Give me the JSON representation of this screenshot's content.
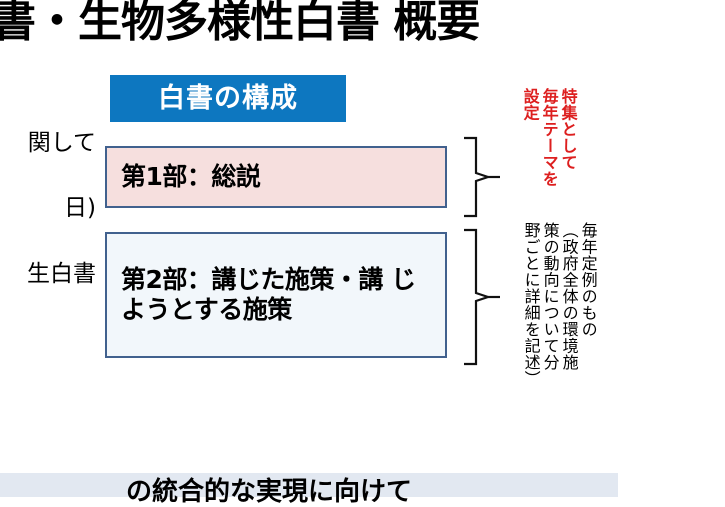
{
  "slide": {
    "title": "書・生物多様性白書 概要",
    "background_color": "#ffffff"
  },
  "left_column_fragments": [
    {
      "text": "関して"
    },
    {
      "text": "日)"
    },
    {
      "text": "生白書"
    }
  ],
  "structure": {
    "heading": "白書の構成",
    "heading_bg_color": "#0d77c0",
    "heading_text_color": "#ffffff",
    "parts": [
      {
        "label": "第1部：総説",
        "bg_color": "#f6dfde",
        "border_color": "#41618e"
      },
      {
        "label": "第2部：講じた施策・講\nじようとする施策",
        "bg_color": "#f2f7fb",
        "border_color": "#41618e"
      }
    ]
  },
  "annotations": {
    "part1": {
      "color": "#dd1f1f",
      "brace": "}",
      "full_text": "特集として毎年テーマを設定",
      "columns": [
        "特集として",
        "毎年テーマを",
        "設定"
      ]
    },
    "part2": {
      "color": "#000000",
      "brace": "}",
      "full_text": "毎年定例のもの（政府全体の環境施策の動向について分野ごとに詳細を記述）",
      "columns": [
        "毎年定例のもの",
        "（政府全体の環境施",
        "策の動向について分",
        "野ごとに詳細を記述）"
      ]
    }
  },
  "bottom_banner": {
    "text": "の統合的な実現に向けて",
    "bg_color": "#e2e8f1"
  }
}
